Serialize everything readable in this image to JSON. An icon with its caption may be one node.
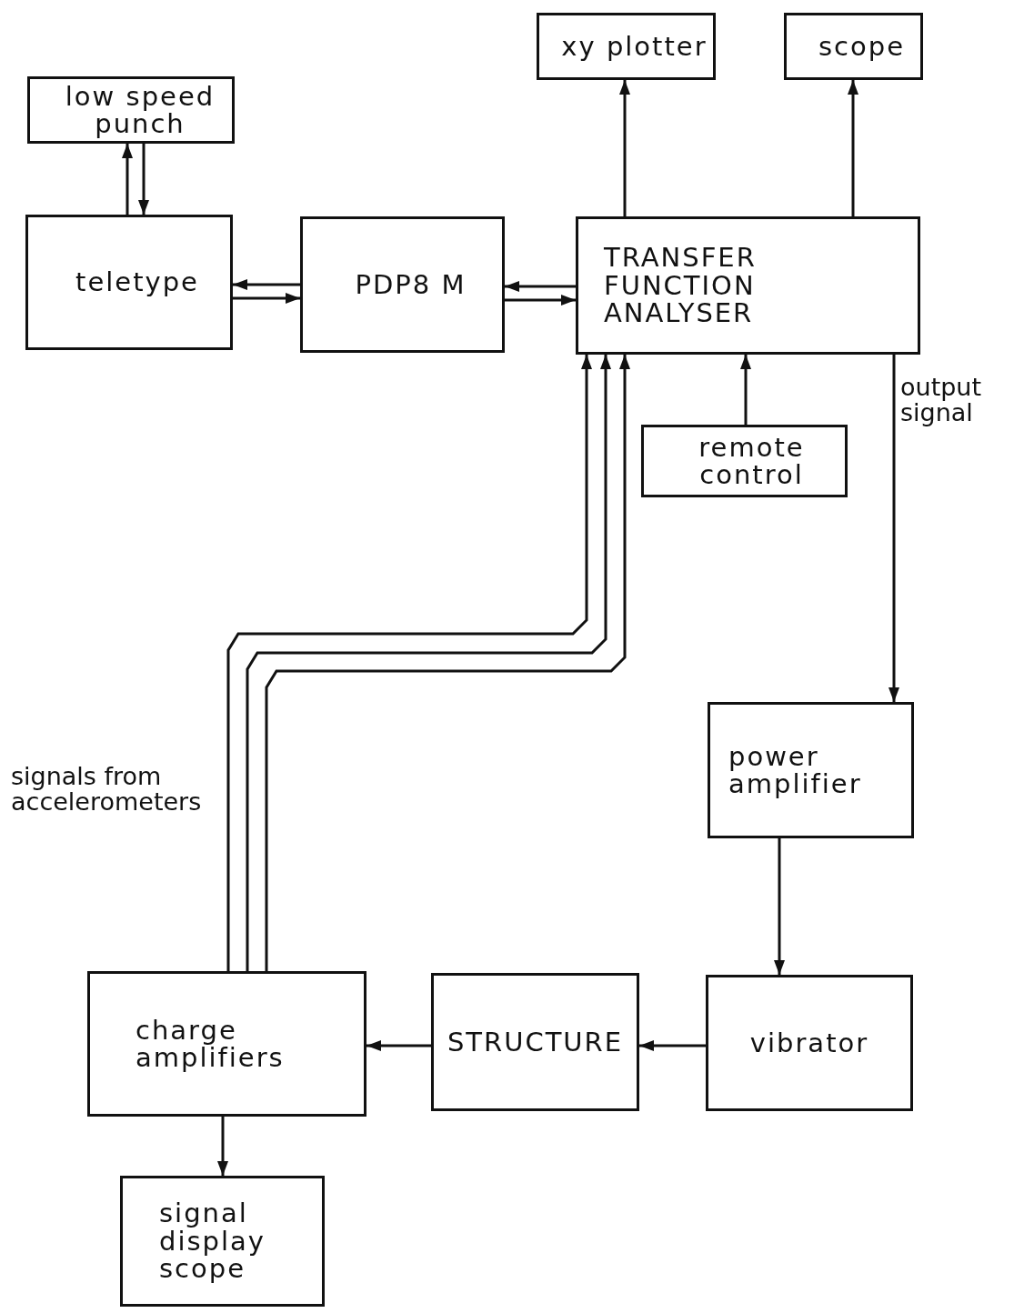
{
  "diagram": {
    "nodes": [
      {
        "text": [
          "low speed punch"
        ]
      },
      {
        "text": [
          "xy plotter"
        ]
      },
      {
        "text": [
          "scope"
        ]
      },
      {
        "text": [
          "teletype"
        ]
      },
      {
        "text": [
          "PDP8 M"
        ]
      },
      {
        "text": [
          "TRANSFER FUNCTION ANALYSER"
        ]
      },
      {
        "text": [
          "remote control"
        ]
      },
      {
        "text": [
          "power amplifier"
        ]
      },
      {
        "text": [
          "charge amplifiers"
        ]
      },
      {
        "text": [
          "STRUCTURE"
        ]
      },
      {
        "text": [
          "vibrator"
        ]
      },
      {
        "text": [
          "signal display scope"
        ]
      }
    ],
    "edges": [
      {
        "from": 3,
        "to": 0,
        "arrow": "to"
      },
      {
        "from": 0,
        "to": 3,
        "arrow": "to"
      },
      {
        "from": 4,
        "to": 3,
        "arrow": "to"
      },
      {
        "from": 3,
        "to": 4,
        "arrow": "to"
      },
      {
        "from": 5,
        "to": 4,
        "arrow": "to"
      },
      {
        "from": 4,
        "to": 5,
        "arrow": "to"
      },
      {
        "from": 5,
        "to": 1,
        "arrow": "to"
      },
      {
        "from": 5,
        "to": 2,
        "arrow": "to"
      },
      {
        "from": 6,
        "to": 5,
        "arrow": "to"
      },
      {
        "from": 5,
        "to": 7,
        "arrow": "to",
        "label": "output signal"
      },
      {
        "from": 7,
        "to": 10,
        "arrow": "to"
      },
      {
        "from": 10,
        "to": 9,
        "arrow": "to"
      },
      {
        "from": 9,
        "to": 8,
        "arrow": "to"
      },
      {
        "from": 8,
        "to": 11,
        "arrow": "to"
      },
      {
        "from": 8,
        "to": 5,
        "arrow": "to",
        "label": "signals from accelerometers"
      },
      {
        "from": 8,
        "to": 5,
        "arrow": "to"
      },
      {
        "from": 8,
        "to": 5,
        "arrow": "to"
      }
    ]
  }
}
